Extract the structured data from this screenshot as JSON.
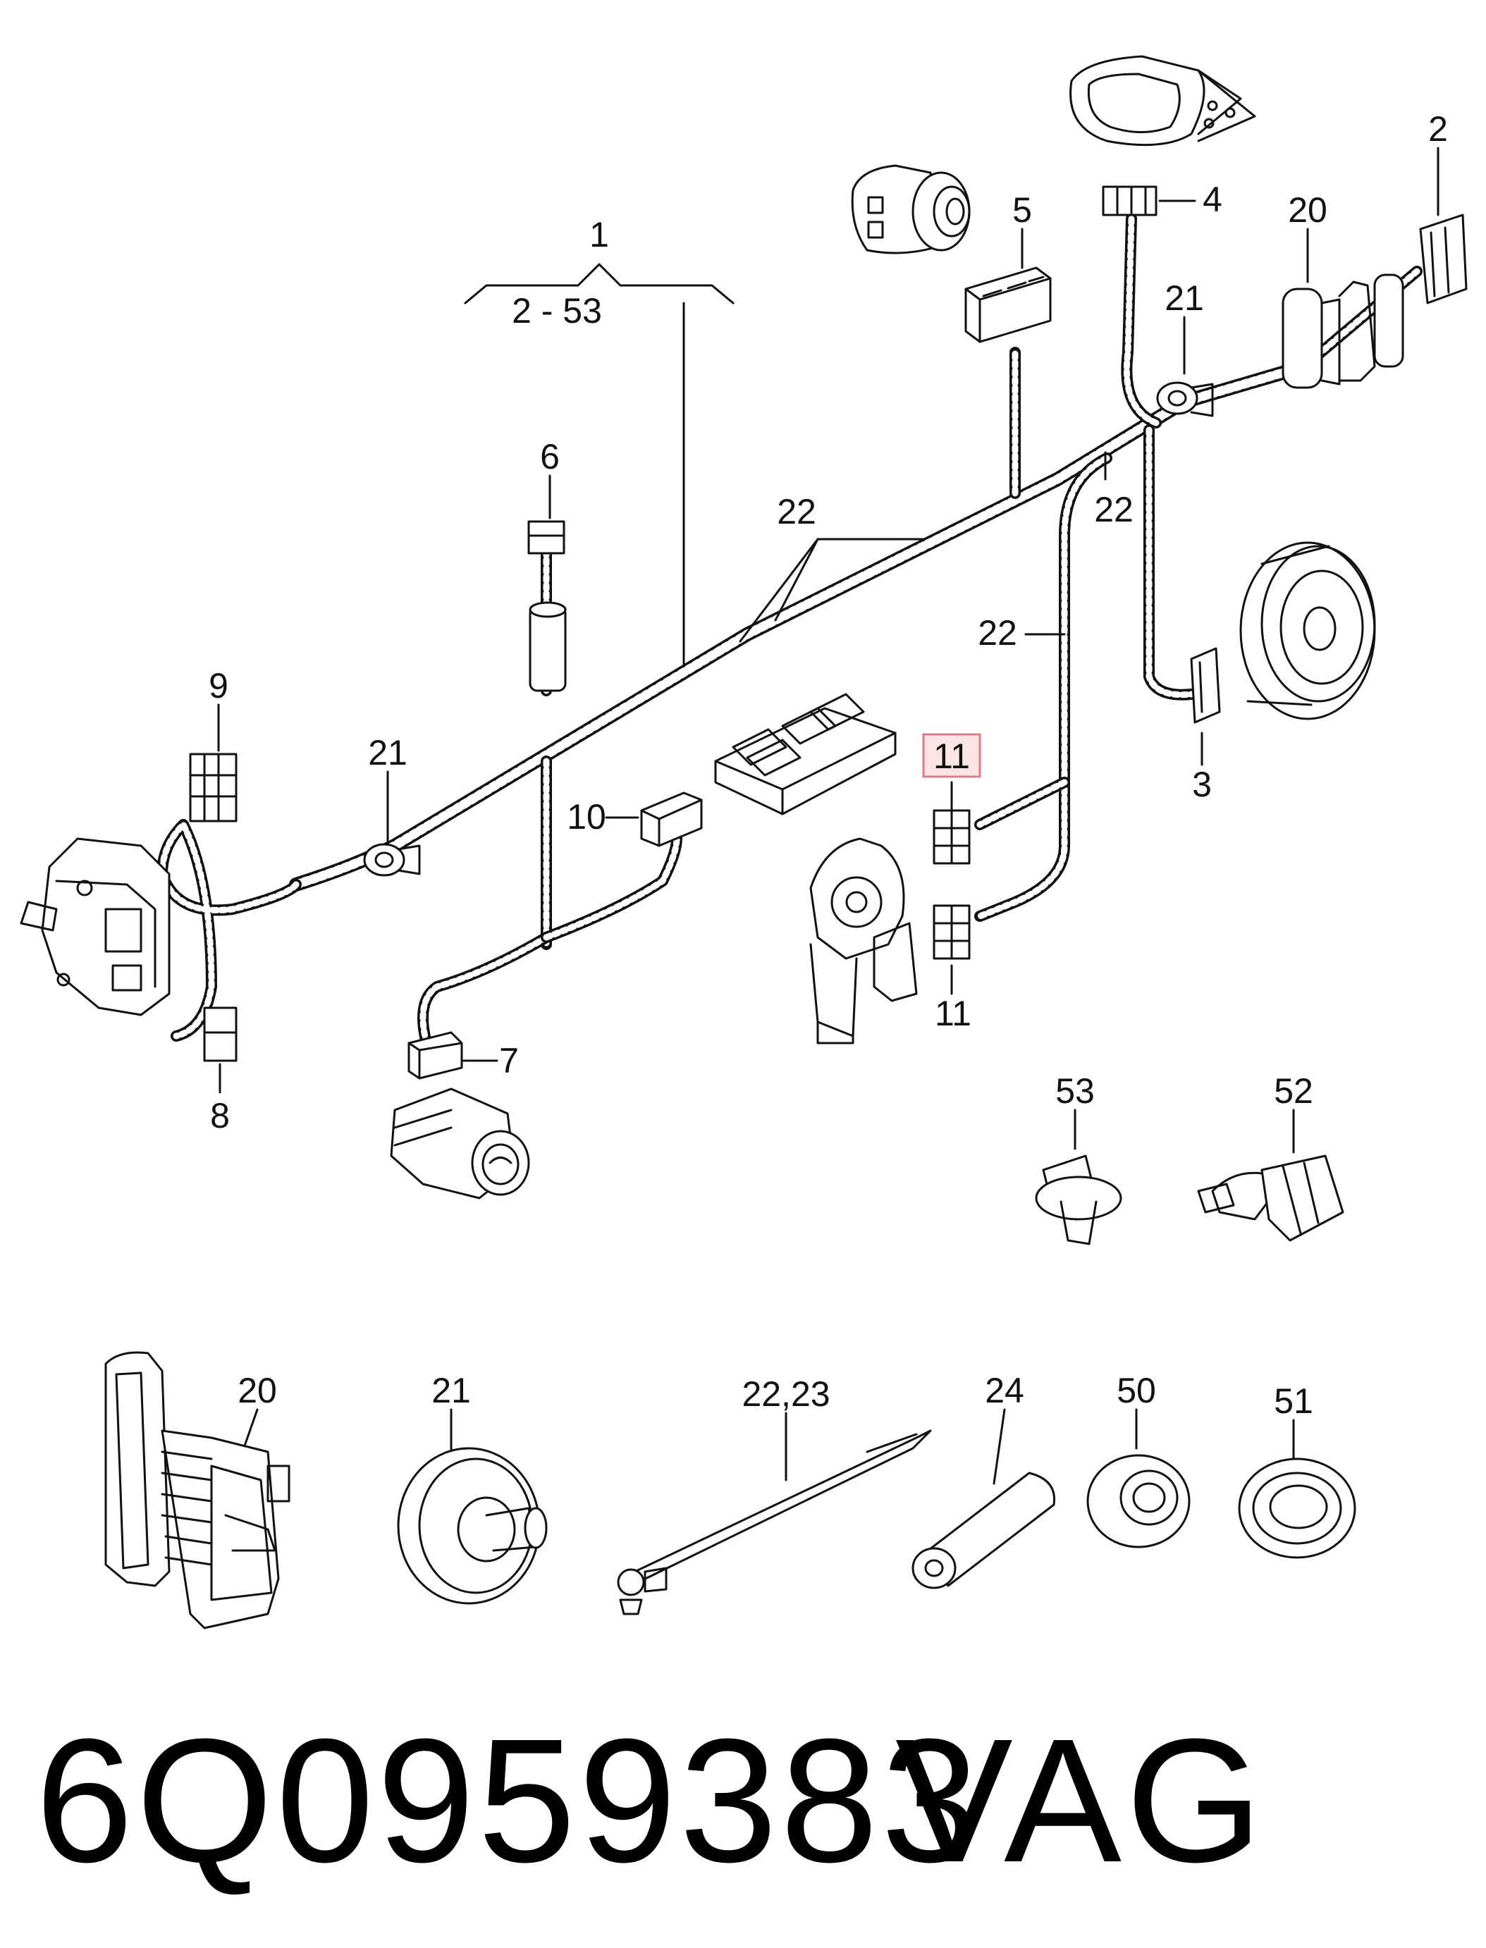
{
  "callouts": {
    "c1": "1",
    "c1_range": "2 - 53",
    "c2": "2",
    "c3": "3",
    "c4": "4",
    "c5": "5",
    "c6": "6",
    "c7": "7",
    "c8": "8",
    "c9": "9",
    "c10": "10",
    "c11_highlight": "11",
    "c11_lower": "11",
    "c20_top": "20",
    "c21_top": "21",
    "c21_left": "21",
    "c22_center": "22",
    "c22_right": "22",
    "c22_mid": "22",
    "c53": "53",
    "c52": "52",
    "c20_bottom": "20",
    "c21_bottom": "21",
    "c22_23": "22,23",
    "c24": "24",
    "c50": "50",
    "c51": "51"
  },
  "footer": {
    "part_number": "6Q0959383",
    "brand": "VAG"
  },
  "colors": {
    "line": "#111111",
    "highlight_fill": "#fbe4e6",
    "highlight_stroke": "#e07a86"
  }
}
